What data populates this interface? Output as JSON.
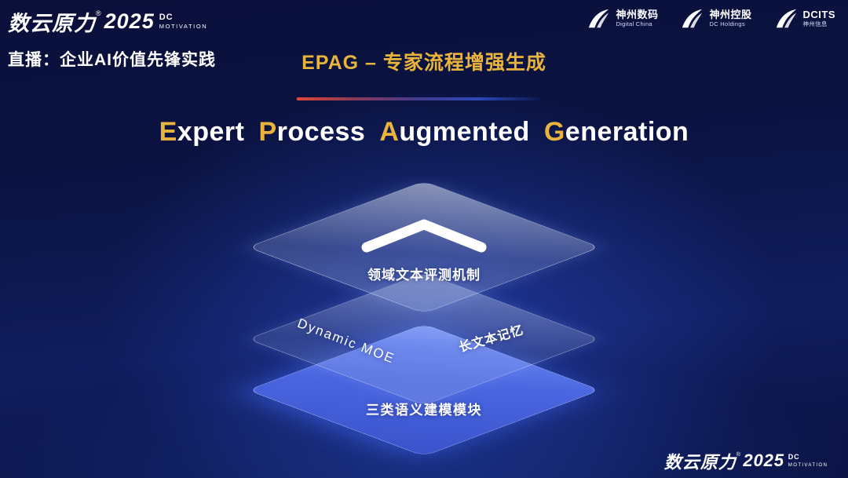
{
  "brand": {
    "name": "数云原力",
    "reg": "®",
    "year": "2025",
    "sub_top": "DC",
    "sub_bottom": "MOTIVATION"
  },
  "header": {
    "live_caption": "直播：企业AI价值先锋实践",
    "epag_title": "EPAG – 专家流程增强生成"
  },
  "partners": [
    {
      "name": "神州数码",
      "sub": "Digital China"
    },
    {
      "name": "神州控股",
      "sub": "DC Holdings"
    },
    {
      "name": "DCITS",
      "sub": "神州信息"
    }
  ],
  "main_title": {
    "words": [
      {
        "initial": "E",
        "rest": "xpert"
      },
      {
        "initial": "P",
        "rest": "rocess"
      },
      {
        "initial": "A",
        "rest": "ugmented"
      },
      {
        "initial": "G",
        "rest": "eneration"
      }
    ]
  },
  "diagram": {
    "top_layer_label": "领域文本评测机制",
    "middle_layer_label_left": "Dynamic MOE",
    "middle_layer_label_right": "长文本记忆",
    "bottom_layer_label": "三类语义建模模块"
  },
  "colors": {
    "gold": "#e9b43c",
    "background_navy": "#0b1342",
    "layer_blue": "#4a66e0",
    "divider_red": "#e04838"
  }
}
